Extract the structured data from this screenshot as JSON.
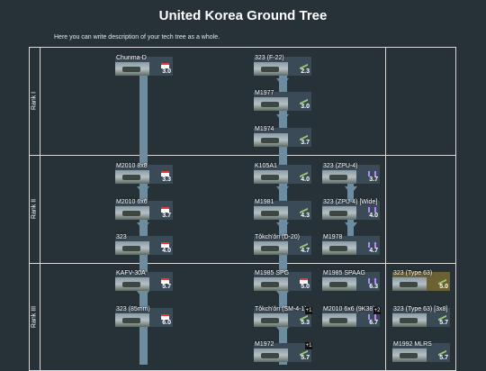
{
  "title": "United Korea Ground Tree",
  "description": "Here you can write description of your tech tree as a whole.",
  "ranks": [
    "Rank I",
    "Rank II",
    "Rank III"
  ],
  "vehicles": {
    "chunma": {
      "name": "Chunma-D",
      "br": "3.0"
    },
    "f22": {
      "name": "323 (F-22)",
      "br": "2.3"
    },
    "m1977": {
      "name": "M1977",
      "br": "3.0"
    },
    "m1974": {
      "name": "M1974",
      "br": "3.7"
    },
    "m2010_8x8": {
      "name": "M2010 8x8",
      "br": "3.3"
    },
    "k105a1": {
      "name": "K105A1",
      "br": "4.0"
    },
    "zpu4": {
      "name": "323 (ZPU-4)",
      "br": "3.7"
    },
    "m2010_6x6": {
      "name": "M2010 6x6",
      "br": "3.7"
    },
    "m1981": {
      "name": "M1981",
      "br": "4.3"
    },
    "zpu4w": {
      "name": "323 (ZPU-4) [Wide]",
      "br": "4.0"
    },
    "v323": {
      "name": "323",
      "br": "4.0"
    },
    "d20": {
      "name": "Tŏkch'ŏn (D-20)",
      "br": "4.7"
    },
    "m1978": {
      "name": "M1978",
      "br": "4.7"
    },
    "kafv30a": {
      "name": "KAFV-30A",
      "br": "5.7"
    },
    "m1985spg": {
      "name": "M1985 SPG",
      "br": "5.0"
    },
    "m1985spaag": {
      "name": "M1985 SPAAG",
      "br": "6.3"
    },
    "type63": {
      "name": "323 (Type 63)",
      "br": "5.0"
    },
    "v85mm": {
      "name": "323 (85mm)",
      "br": "6.0"
    },
    "sm41": {
      "name": "Tŏkch'ŏn (SM-4-1)",
      "br": "5.3",
      "extra": "+1"
    },
    "m2010_9k38": {
      "name": "M2010 6x6 (9K38)",
      "br": "6.7",
      "extra": "+2"
    },
    "type63_3x8": {
      "name": "323 (Type 63) [3x8]",
      "br": "5.7"
    },
    "m1972": {
      "name": "M1972",
      "br": "5.7",
      "extra": "+1"
    },
    "m1992mlrs": {
      "name": "M1992 MLRS",
      "br": "5.7"
    }
  }
}
